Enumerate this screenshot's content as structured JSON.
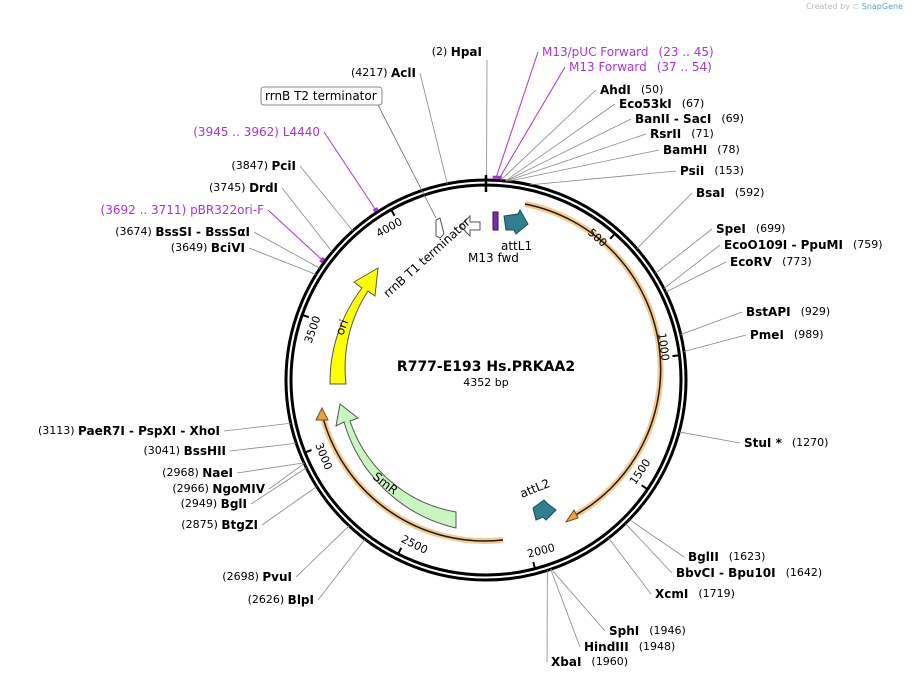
{
  "credit": {
    "prefix": "Created by",
    "brand": "SnapGene"
  },
  "plasmid": {
    "name": "R777-E193 Hs.PRKAA2",
    "size_label": "4352 bp",
    "length": 4352
  },
  "colors": {
    "orf": "#e8a33c",
    "attL": "#2f7f8f",
    "ori": "#ffff00",
    "smr": "#c8f5c0",
    "primer": "#a536d6",
    "backbone": "#000000"
  },
  "ticks": [
    {
      "pos": 500,
      "label": "500"
    },
    {
      "pos": 1000,
      "label": "1000"
    },
    {
      "pos": 1500,
      "label": "1500"
    },
    {
      "pos": 2000,
      "label": "2000"
    },
    {
      "pos": 2500,
      "label": "2500"
    },
    {
      "pos": 3000,
      "label": "3000"
    },
    {
      "pos": 3500,
      "label": "3500"
    },
    {
      "pos": 4000,
      "label": "4000"
    }
  ],
  "sites": [
    {
      "bp": 2,
      "pos_label": "(2)",
      "names": [
        "HpaI"
      ],
      "side": "left"
    },
    {
      "bp": 4217,
      "pos_label": "(4217)",
      "names": [
        "AclI"
      ],
      "side": "left"
    },
    {
      "bp": 3847,
      "pos_label": "(3847)",
      "names": [
        "PciI"
      ],
      "side": "left"
    },
    {
      "bp": 3745,
      "pos_label": "(3745)",
      "names": [
        "DrdI"
      ],
      "side": "left"
    },
    {
      "bp": 3674,
      "pos_label": "(3674)",
      "names": [
        "BssSI",
        "BssSαI"
      ],
      "side": "left"
    },
    {
      "bp": 3649,
      "pos_label": "(3649)",
      "names": [
        "BciVI"
      ],
      "side": "left"
    },
    {
      "bp": 3113,
      "pos_label": "(3113)",
      "names": [
        "PaeR7I",
        "PspXI",
        "XhoI"
      ],
      "side": "left"
    },
    {
      "bp": 3041,
      "pos_label": "(3041)",
      "names": [
        "BssHII"
      ],
      "side": "left"
    },
    {
      "bp": 2968,
      "pos_label": "(2968)",
      "names": [
        "NaeI"
      ],
      "side": "left"
    },
    {
      "bp": 2966,
      "pos_label": "(2966)",
      "names": [
        "NgoMIV"
      ],
      "side": "left"
    },
    {
      "bp": 2949,
      "pos_label": "(2949)",
      "names": [
        "BglI"
      ],
      "side": "left"
    },
    {
      "bp": 2875,
      "pos_label": "(2875)",
      "names": [
        "BtgZI"
      ],
      "side": "left"
    },
    {
      "bp": 2698,
      "pos_label": "(2698)",
      "names": [
        "PvuI"
      ],
      "side": "left"
    },
    {
      "bp": 2626,
      "pos_label": "(2626)",
      "names": [
        "BlpI"
      ],
      "side": "left"
    },
    {
      "bp": 50,
      "pos_label": "(50)",
      "names": [
        "AhdI"
      ],
      "side": "right"
    },
    {
      "bp": 67,
      "pos_label": "(67)",
      "names": [
        "Eco53kI"
      ],
      "side": "right"
    },
    {
      "bp": 69,
      "pos_label": "(69)",
      "names": [
        "BanII",
        "SacI"
      ],
      "side": "right"
    },
    {
      "bp": 71,
      "pos_label": "(71)",
      "names": [
        "RsrII"
      ],
      "side": "right"
    },
    {
      "bp": 78,
      "pos_label": "(78)",
      "names": [
        "BamHI"
      ],
      "side": "right"
    },
    {
      "bp": 153,
      "pos_label": "(153)",
      "names": [
        "PsiI"
      ],
      "side": "right"
    },
    {
      "bp": 592,
      "pos_label": "(592)",
      "names": [
        "BsaI"
      ],
      "side": "right"
    },
    {
      "bp": 699,
      "pos_label": "(699)",
      "names": [
        "SpeI"
      ],
      "side": "right"
    },
    {
      "bp": 759,
      "pos_label": "(759)",
      "names": [
        "EcoO109I",
        "PpuMI"
      ],
      "side": "right"
    },
    {
      "bp": 773,
      "pos_label": "(773)",
      "names": [
        "EcoRV"
      ],
      "side": "right"
    },
    {
      "bp": 929,
      "pos_label": "(929)",
      "names": [
        "BstAPI"
      ],
      "side": "right"
    },
    {
      "bp": 989,
      "pos_label": "(989)",
      "names": [
        "PmeI"
      ],
      "side": "right"
    },
    {
      "bp": 1270,
      "pos_label": "(1270)",
      "names": [
        "StuI *"
      ],
      "side": "right"
    },
    {
      "bp": 1623,
      "pos_label": "(1623)",
      "names": [
        "BglII"
      ],
      "side": "right"
    },
    {
      "bp": 1642,
      "pos_label": "(1642)",
      "names": [
        "BbvCI",
        "Bpu10I"
      ],
      "side": "right"
    },
    {
      "bp": 1719,
      "pos_label": "(1719)",
      "names": [
        "XcmI"
      ],
      "side": "right"
    },
    {
      "bp": 1946,
      "pos_label": "(1946)",
      "names": [
        "SphI"
      ],
      "side": "right"
    },
    {
      "bp": 1948,
      "pos_label": "(1948)",
      "names": [
        "HindIII"
      ],
      "side": "right"
    },
    {
      "bp": 1960,
      "pos_label": "(1960)",
      "names": [
        "XbaI"
      ],
      "side": "right"
    }
  ],
  "primers": [
    {
      "name": "M13/pUC Forward",
      "range_label": "(23 .. 45)",
      "start": 23,
      "end": 45
    },
    {
      "name": "M13 Forward",
      "range_label": "(37 .. 54)",
      "start": 37,
      "end": 54
    },
    {
      "name": "L4440",
      "range_label": "(3945 .. 3962)",
      "start": 3945,
      "end": 3962
    },
    {
      "name": "pBR322ori-F",
      "range_label": "(3692 .. 3711)",
      "start": 3692,
      "end": 3711
    }
  ],
  "features": [
    {
      "name": "attL1",
      "start": 80,
      "end": 180,
      "kind": "attL"
    },
    {
      "name": "attL2",
      "start": 1960,
      "end": 2060,
      "kind": "attL"
    },
    {
      "name": "ori",
      "start": 3250,
      "end": 3850,
      "kind": "ori"
    },
    {
      "name": "SmR",
      "start": 2450,
      "end": 3250,
      "kind": "smr"
    },
    {
      "name": "M13 fwd",
      "start": 37,
      "end": 54,
      "kind": "primer"
    },
    {
      "name": "rrnB T1 terminator",
      "start": 4100,
      "end": 4250,
      "kind": "term"
    },
    {
      "name": "rrnB T2 terminator",
      "start": 4050,
      "end": 4090,
      "kind": "term"
    }
  ]
}
